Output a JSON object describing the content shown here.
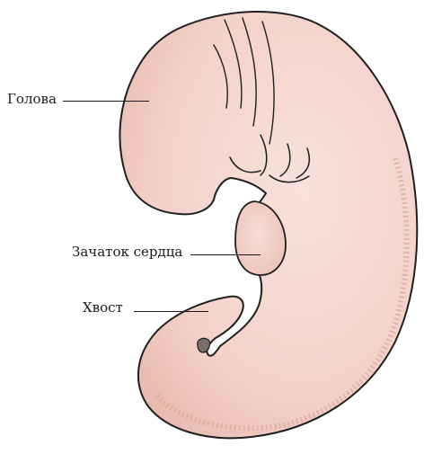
{
  "labels": {
    "head": "Голова",
    "heart_primordium": "Зачаток сердца",
    "tail": "Хвост"
  },
  "colors": {
    "skin_fill": "#f4d3cb",
    "skin_shadow": "#e8b7ad",
    "outline": "#1f1f1f",
    "background": "#ffffff"
  }
}
